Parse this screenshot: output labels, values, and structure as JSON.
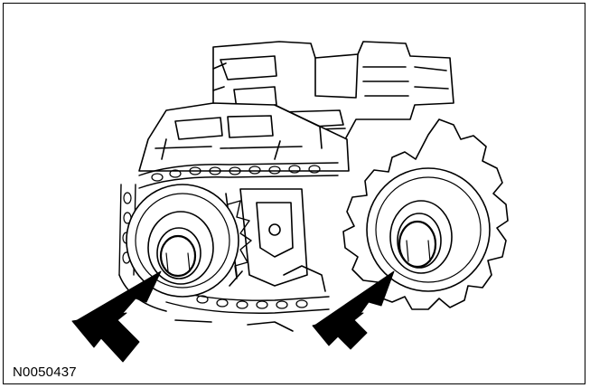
{
  "figure": {
    "caption": "N0050437",
    "line_color": "#000000",
    "background": "#ffffff"
  },
  "arrows": [
    {
      "target": "left-camshaft-sprocket-bolt"
    },
    {
      "target": "right-camshaft-sprocket-bolt"
    }
  ]
}
